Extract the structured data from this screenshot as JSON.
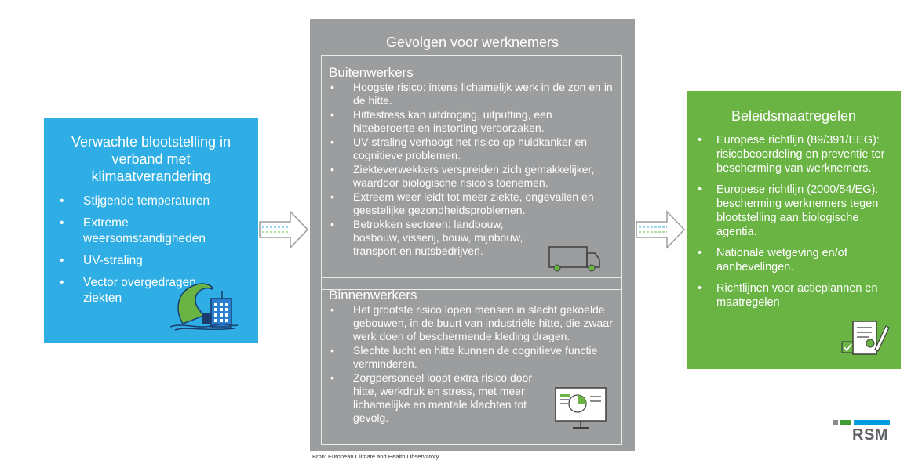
{
  "exposure": {
    "title": "Verwachte blootstelling in verband met klimaatverandering",
    "items": [
      "Stijgende temperaturen",
      "Extreme weersomstandigheden",
      "UV-straling",
      "Vector overgedragen ziekten"
    ],
    "icon": "wave-building-icon"
  },
  "consequences": {
    "title": "Gevolgen voor werknemers",
    "outdoor": {
      "title": "Buitenwerkers",
      "items": [
        "Hoogste risico: intens lichamelijk werk in de zon en in de hitte.",
        "Hittestress kan uitdroging, uitputting, een hitteberoerte en instorting veroorzaken.",
        "UV-straling verhoogt het risico op huidkanker en cognitieve problemen.",
        "Ziekteverwekkers verspreiden zich gemakkelijker, waardoor biologische risico's toenemen.",
        "Extreem weer leidt tot meer ziekte, ongevallen en geestelijke gezondheidsproblemen.",
        "Betrokken sectoren: landbouw, bosbouw, visserij, bouw, mijnbouw, transport en nutsbedrijven."
      ],
      "icon": "truck-icon"
    },
    "indoor": {
      "title": "Binnenwerkers",
      "items": [
        "Het grootste risico lopen mensen in slecht gekoelde gebouwen, in de buurt van industriële hitte, die zwaar werk doen of beschermende kleding dragen.",
        "Slechte lucht en hitte kunnen de cognitieve functie verminderen.",
        "Zorgpersoneel loopt extra risico door hitte, werkdruk en stress, met meer lichamelijke en mentale klachten tot gevolg."
      ],
      "icon": "monitor-chart-icon"
    }
  },
  "measures": {
    "title": "Beleidsmaatregelen",
    "items": [
      "Europese richtlijn (89/391/EEG): risicobeoordeling en preventie ter bescherming van werknemers.",
      "Europese richtlijn (2000/54/EG): bescherming werknemers tegen blootstelling aan biologische agentia.",
      "Nationale wetgeving en/of aanbevelingen.",
      "Richtlijnen voor actieplannen en maatregelen"
    ],
    "icon": "document-check-icon"
  },
  "source": "Bron: European Climate and Health Observatory",
  "logo": {
    "text": "RSM",
    "colors": [
      "#888b8d",
      "#3f9c35",
      "#009cde"
    ]
  },
  "colors": {
    "blue": "#2eaee4",
    "grey": "#9b9d9e",
    "green": "#6ab444"
  }
}
